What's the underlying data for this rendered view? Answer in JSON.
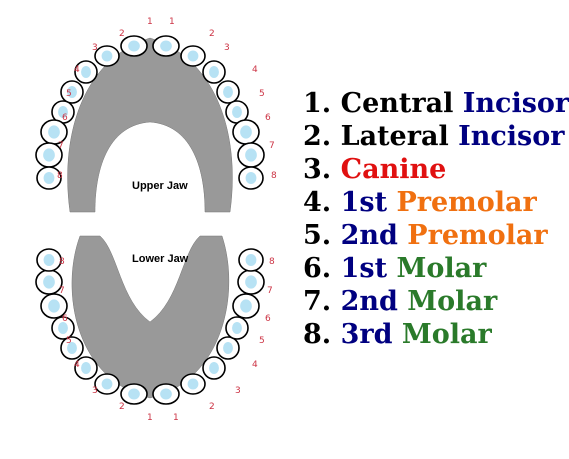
{
  "upper_jaw": {
    "label": "Upper Jaw",
    "numbers_left": [
      "1",
      "2",
      "3",
      "4",
      "5",
      "6",
      "7",
      "8"
    ],
    "numbers_right": [
      "1",
      "2",
      "3",
      "4",
      "5",
      "6",
      "7",
      "8"
    ]
  },
  "lower_jaw": {
    "label": "Lower Jaw",
    "numbers_left": [
      "1",
      "2",
      "3",
      "4",
      "5",
      "6",
      "7",
      "8"
    ],
    "numbers_right": [
      "1",
      "2",
      "3",
      "4",
      "5",
      "6",
      "7",
      "8"
    ]
  },
  "legend": [
    {
      "num": "1.",
      "word1": "Central",
      "word2": "Incisor",
      "color1": "#000000",
      "color2": "#000080"
    },
    {
      "num": "2.",
      "word1": "Lateral",
      "word2": "Incisor",
      "color1": "#000000",
      "color2": "#000080"
    },
    {
      "num": "3.",
      "word1": "Canine",
      "word2": "",
      "color1": "#e01010",
      "color2": "#e01010"
    },
    {
      "num": "4.",
      "word1": "1st",
      "word2": "Premolar",
      "color1": "#000080",
      "color2": "#f07010"
    },
    {
      "num": "5.",
      "word1": "2nd",
      "word2": "Premolar",
      "color1": "#000080",
      "color2": "#f07010"
    },
    {
      "num": "6.",
      "word1": "1st",
      "word2": "Molar",
      "color1": "#000080",
      "color2": "#2a7a2a"
    },
    {
      "num": "7.",
      "word1": "2nd",
      "word2": "Molar",
      "color1": "#000080",
      "color2": "#2a7a2a"
    },
    {
      "num": "8.",
      "word1": "3rd",
      "word2": "Molar",
      "color1": "#000080",
      "color2": "#2a7a2a"
    }
  ],
  "colors": {
    "gum": "#999999",
    "tooth_fill": "#ffffff",
    "tooth_glow": "#9fd8f0",
    "number": "#cc3344"
  }
}
